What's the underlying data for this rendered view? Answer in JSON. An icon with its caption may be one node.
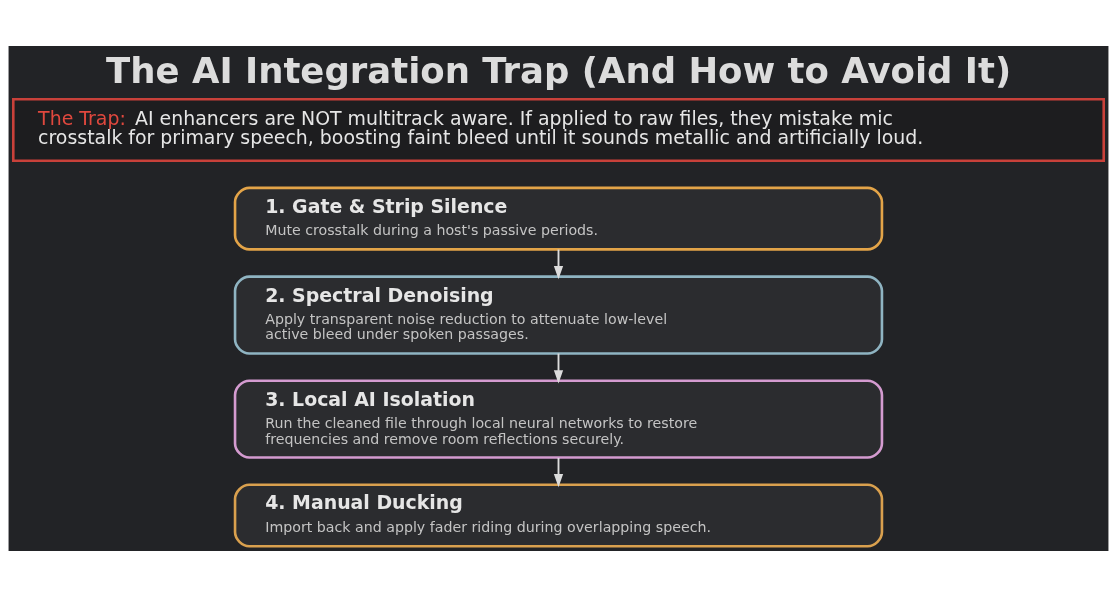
{
  "diagram": {
    "title": "The AI Integration Trap (And How to Avoid It)",
    "nodes": [
      {
        "text": [
          "The Trap:",
          "AI enhancers are NOT multitrack aware. If applied to raw files, they mistake mic crosstalk for primary speech, boosting faint bleed until it sounds metallic and artificially loud."
        ]
      },
      {
        "text": [
          "1. Gate & Strip Silence",
          "Mute crosstalk during a host's passive periods."
        ]
      },
      {
        "text": [
          "2. Spectral Denoising",
          "Apply transparent noise reduction to attenuate low-level active bleed under spoken passages."
        ]
      },
      {
        "text": [
          "3. Local AI Isolation",
          "Run the cleaned file through local neural networks to restore frequencies and remove room reflections securely."
        ]
      },
      {
        "text": [
          "4. Manual Ducking",
          "Import back and apply fader riding during overlapping speech."
        ]
      }
    ],
    "edges": [
      {
        "from": 1,
        "to": 2,
        "arrow": "to"
      },
      {
        "from": 2,
        "to": 3,
        "arrow": "to"
      },
      {
        "from": 3,
        "to": 4,
        "arrow": "to"
      }
    ]
  }
}
